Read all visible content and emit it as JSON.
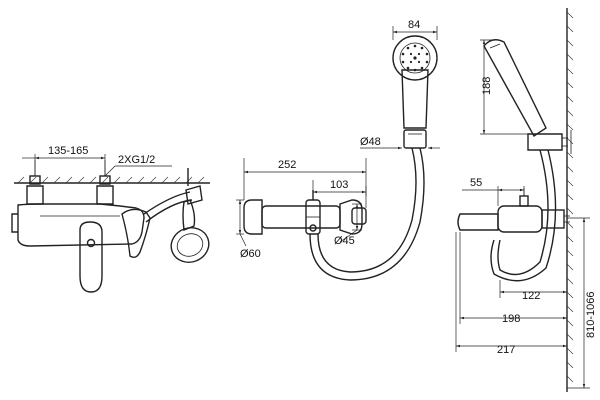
{
  "labels": {
    "d135_165": "135-165",
    "d2xg12": "2XG1/2",
    "d84": "84",
    "d188": "188",
    "dphi48": "Ø48",
    "d252": "252",
    "d103": "103",
    "d55": "55",
    "dphi45": "Ø45",
    "dphi60": "Ø60",
    "d122": "122",
    "d198": "198",
    "d217": "217",
    "d810_1066": "810-1066"
  }
}
